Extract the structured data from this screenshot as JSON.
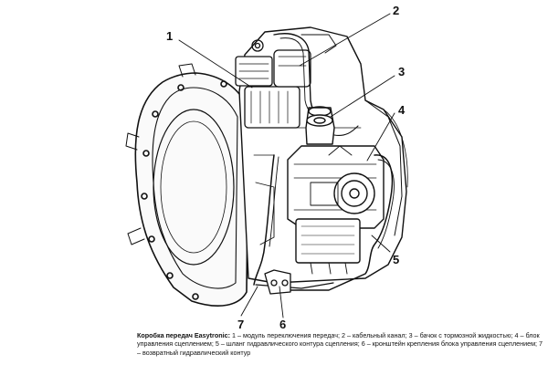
{
  "callouts": [
    {
      "id": "1",
      "label": "1"
    },
    {
      "id": "2",
      "label": "2"
    },
    {
      "id": "3",
      "label": "3"
    },
    {
      "id": "4",
      "label": "4"
    },
    {
      "id": "5",
      "label": "5"
    },
    {
      "id": "6",
      "label": "6"
    },
    {
      "id": "7",
      "label": "7"
    }
  ],
  "caption": {
    "title": "Коробка передач Easytronic:",
    "text": " 1 – модуль переключения передач; 2 – кабельный канал; 3 – бачок с тормозной жидкостью; 4 – блок управления сцеплением; 5 – шланг гидравлического контура сцепления; 6 – кронштейн крепления блока управления сцеплением; 7 – возвратный гидравлический контур"
  }
}
